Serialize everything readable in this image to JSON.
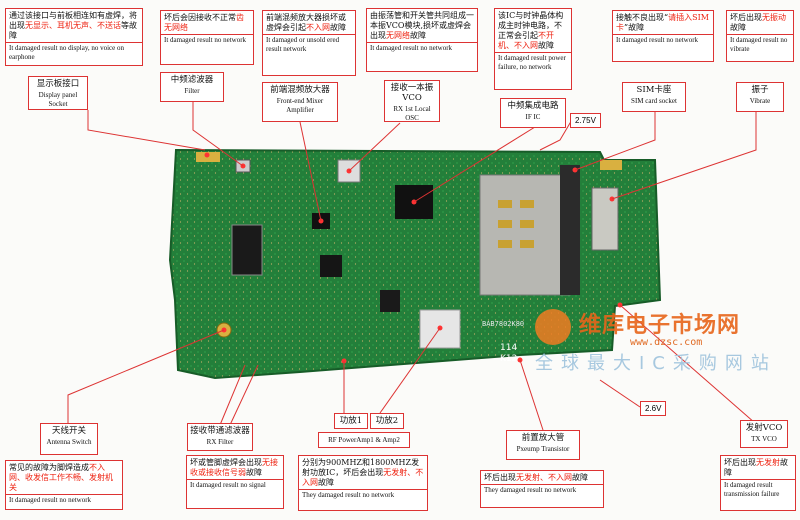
{
  "board": {
    "chip_labels": [
      "114",
      "K12"
    ],
    "chip_code": "BAB7802K80"
  },
  "top_row": {
    "display_note": {
      "cn_a": "通过该接口与前板相连如有虚焊，将出现",
      "cn_b": "无显示、耳机无声、不送话",
      "cn_c": "等故障",
      "en": "It damaged result no display, no voice on earphone"
    },
    "display_socket": {
      "cn": "显示板接口",
      "en": "Display panel Socket"
    },
    "filter_note": {
      "cn_a": "坏后会因接收不正常",
      "cn_b": "齿无网络",
      "en": "It damaged result no network"
    },
    "filter": {
      "cn": "中频滤波器",
      "en": "Filter"
    },
    "mixer_note": {
      "cn_a": "前端混频放大器损坏或虚焊会引起",
      "cn_b": "不入网",
      "cn_c": "故障",
      "en": "It damaged or unsold ered result network"
    },
    "mixer": {
      "cn": "前端混频放大器",
      "en": "Front-end Mixer Amplifier"
    },
    "vco_note": {
      "cn_a": "由振荡管和开关管共同组成一本振VCO模块,损坏或虚焊会出现",
      "cn_b": "无网络",
      "cn_c": "故障",
      "en": "It damaged result no network"
    },
    "vco": {
      "cn": "接收一本振VCO",
      "en": "RX 1st Local OSC"
    },
    "ic_note": {
      "cn_a": "该IC与时钟晶体构成主时钟电路，不正常会引起",
      "cn_b": "不开机、不入网",
      "cn_c": "故障",
      "en": "It damaged result power failure, no network"
    },
    "ic": {
      "cn": "中频集成电路",
      "en": "IF IC"
    },
    "sim_note": {
      "cn_a": "接触不良出现“",
      "cn_b": "请插入SIM卡",
      "cn_c": "”故障",
      "en": "It damaged result no network"
    },
    "sim": {
      "cn": "SIM卡座",
      "en": "SIM card socket"
    },
    "vibrate_note": {
      "cn_a": "坏后出现",
      "cn_b": "无振动",
      "cn_c": "故障",
      "en": "It damaged result no vibrate"
    },
    "vibrate": {
      "cn": "振子",
      "en": "Vibrate"
    }
  },
  "voltage": {
    "v1": "2.75V",
    "v2": "2.6V"
  },
  "bottom_row": {
    "antenna": {
      "cn": "天线开关",
      "en": "Antenna Switch"
    },
    "antenna_note": {
      "cn_a": "常见的故障为脚焊造成",
      "cn_b": "不入网、收发信工作不畅、发射机关",
      "en": "It damaged result no network"
    },
    "rxfilter": {
      "cn": "接收带通滤波器",
      "en": "RX Filter"
    },
    "rxfilter_note": {
      "cn_a": "坏或管脚虚焊会出现",
      "cn_b": "无接收或接收信号弱",
      "cn_c": "故障",
      "en": "It damaged result no signal"
    },
    "pa1": {
      "cn": "功放1"
    },
    "pa2": {
      "cn": "功放2"
    },
    "pa": {
      "en": "RF PowerAmp1 & Amp2"
    },
    "pa_note": {
      "cn_a": "分别为900MHZ和1800MHZ发射功放IC，坏后会出现",
      "cn_b": "无发射、不入网",
      "cn_c": "故障",
      "en": "They damaged result no network"
    },
    "preamp": {
      "cn": "前置放大管",
      "en": "Pxeump Transistor"
    },
    "preamp_note": {
      "cn_a": "坏后出现",
      "cn_b": "无发射、不入网",
      "cn_c": "故障",
      "en": "They damaged result no network"
    },
    "txvco": {
      "cn": "发射VCO",
      "en": "TX VCO"
    },
    "txvco_note": {
      "cn_a": "坏后出现",
      "cn_b": "无发射",
      "cn_c": "故障",
      "en": "It damaged result transmission failure"
    }
  },
  "watermark": {
    "brand": "维库电子市场网",
    "url": "www.dzsc.com",
    "slogan": "全球最大IC采购网站"
  },
  "colors": {
    "pcb": "#1f7a35",
    "pcb_dark": "#175c28",
    "callout": "#d33",
    "accent": "#e8651a"
  }
}
